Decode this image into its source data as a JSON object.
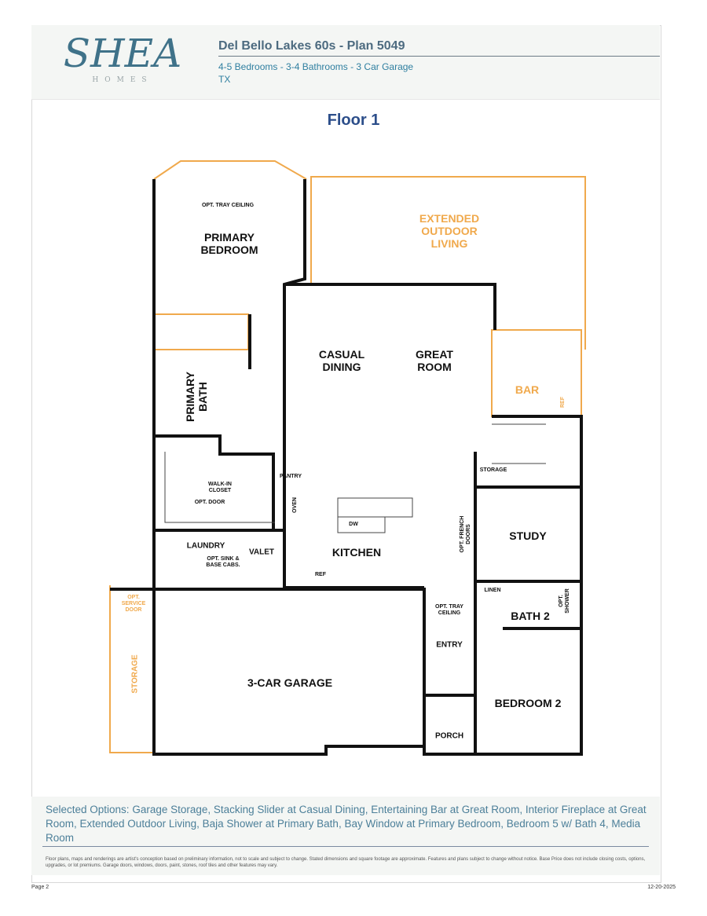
{
  "header": {
    "brand": "Shea Homes",
    "title": "Del Bello Lakes 60s - Plan 5049",
    "specs": "4-5 Bedrooms - 3-4 Bathrooms - 3 Car Garage",
    "state": "TX"
  },
  "floor_title": "Floor 1",
  "colors": {
    "wall": "#111111",
    "option": "#f0a94c",
    "title": "#2c4e8a",
    "brand": "#3f7289"
  },
  "rooms": {
    "tray1": "OPT. TRAY CEILING",
    "primary_bed_1": "PRIMARY",
    "primary_bed_2": "BEDROOM",
    "outdoor_1": "EXTENDED",
    "outdoor_2": "OUTDOOR",
    "outdoor_3": "LIVING",
    "dining_1": "CASUAL",
    "dining_2": "DINING",
    "great_1": "GREAT",
    "great_2": "ROOM",
    "bar": "BAR",
    "bar_ref": "REF",
    "primary_bath_1": "PRIMARY",
    "primary_bath_2": "BATH",
    "pantry": "PANTRY",
    "storage": "STORAGE",
    "closet_1": "WALK-IN",
    "closet_2": "CLOSET",
    "opt_door": "OPT. DOOR",
    "oven": "OVEN",
    "dw": "DW",
    "french_1": "OPT. FRENCH",
    "french_2": "DOORS",
    "study": "STUDY",
    "laundry": "LAUNDRY",
    "valet": "VALET",
    "kitchen": "KITCHEN",
    "sink_1": "OPT. SINK &",
    "sink_2": "BASE CABS.",
    "ref": "REF",
    "linen": "LINEN",
    "shower_1": "OPT.",
    "shower_2": "SHOWER",
    "bath2": "BATH 2",
    "service_1": "OPT.",
    "service_2": "SERVICE",
    "service_3": "DOOR",
    "tray2_1": "OPT. TRAY",
    "tray2_2": "CEILING",
    "entry": "ENTRY",
    "garage_storage": "STORAGE",
    "garage": "3-CAR GARAGE",
    "bedroom2": "BEDROOM 2",
    "porch": "PORCH"
  },
  "options": {
    "text": "Selected Options: Garage Storage, Stacking Slider at Casual Dining, Entertaining Bar at Great Room, Interior Fireplace at Great Room, Extended Outdoor Living, Baja Shower at Primary Bath, Bay Window at Primary Bedroom, Bedroom 5 w/ Bath 4, Media Room",
    "disclaimer": "Floor plans, maps and renderings are artist's conception based on preliminary information, not to scale and subject to change. Stated dimensions and square footage are approximate. Features and plans subject to change without notice. Base Price does not include closing costs, options, upgrades, or lot premiums. Garage doors, windows, doors, paint, stones, roof tiles and other features may vary."
  },
  "footer": {
    "page": "Page 2",
    "date": "12-20-2025"
  }
}
